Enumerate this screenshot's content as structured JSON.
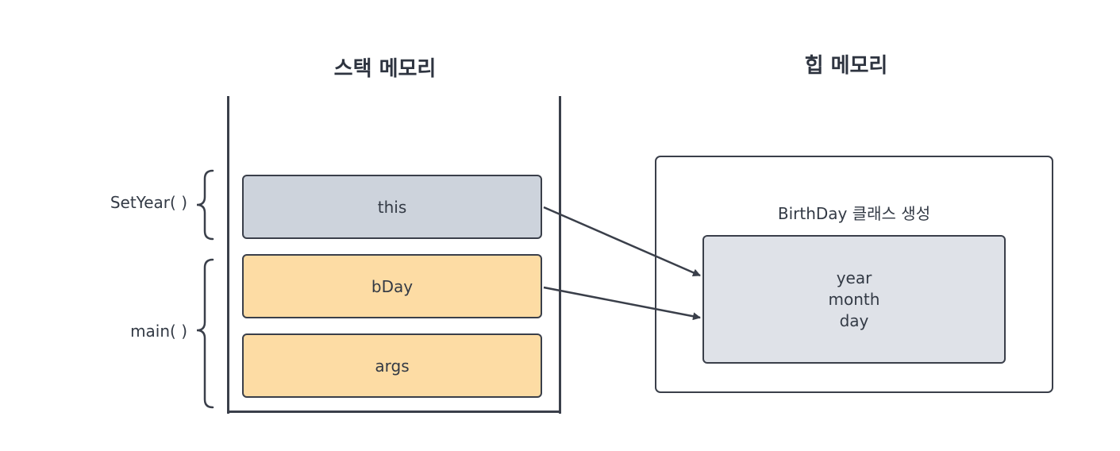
{
  "stack": {
    "title": "스택 메모리",
    "frames": [
      {
        "label": "this"
      },
      {
        "label": "bDay"
      },
      {
        "label": "args"
      }
    ],
    "groups": [
      {
        "label": "SetYear( )"
      },
      {
        "label": "main( )"
      }
    ]
  },
  "heap": {
    "title": "힙 메모리",
    "caption": "BirthDay 클래스 생성",
    "fields": [
      "year",
      "month",
      "day"
    ]
  },
  "colors": {
    "outline": "#3a3f4a",
    "this_fill": "#cdd3dc",
    "main_fill": "#fddca4",
    "heap_inner_fill": "#dfe2e8"
  }
}
